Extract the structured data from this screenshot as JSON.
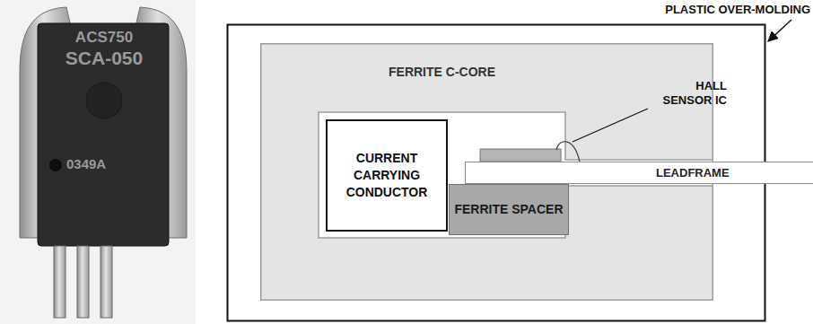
{
  "diagram": {
    "nodes": [
      {
        "text": [
          "FERRITE C-CORE"
        ]
      },
      {
        "text": [
          "CURRENT CARRYING CONDUCTOR"
        ],
        "in": 0
      },
      {
        "text": [
          "FERRITE SPACER"
        ],
        "in": 0
      },
      {
        "text": [
          "LEADFRAME"
        ]
      }
    ],
    "labels": [
      "ACS750",
      "SCA-050",
      "0349A",
      "PLASTIC OVER-MOLDING",
      "HALL SENSOR IC"
    ]
  }
}
